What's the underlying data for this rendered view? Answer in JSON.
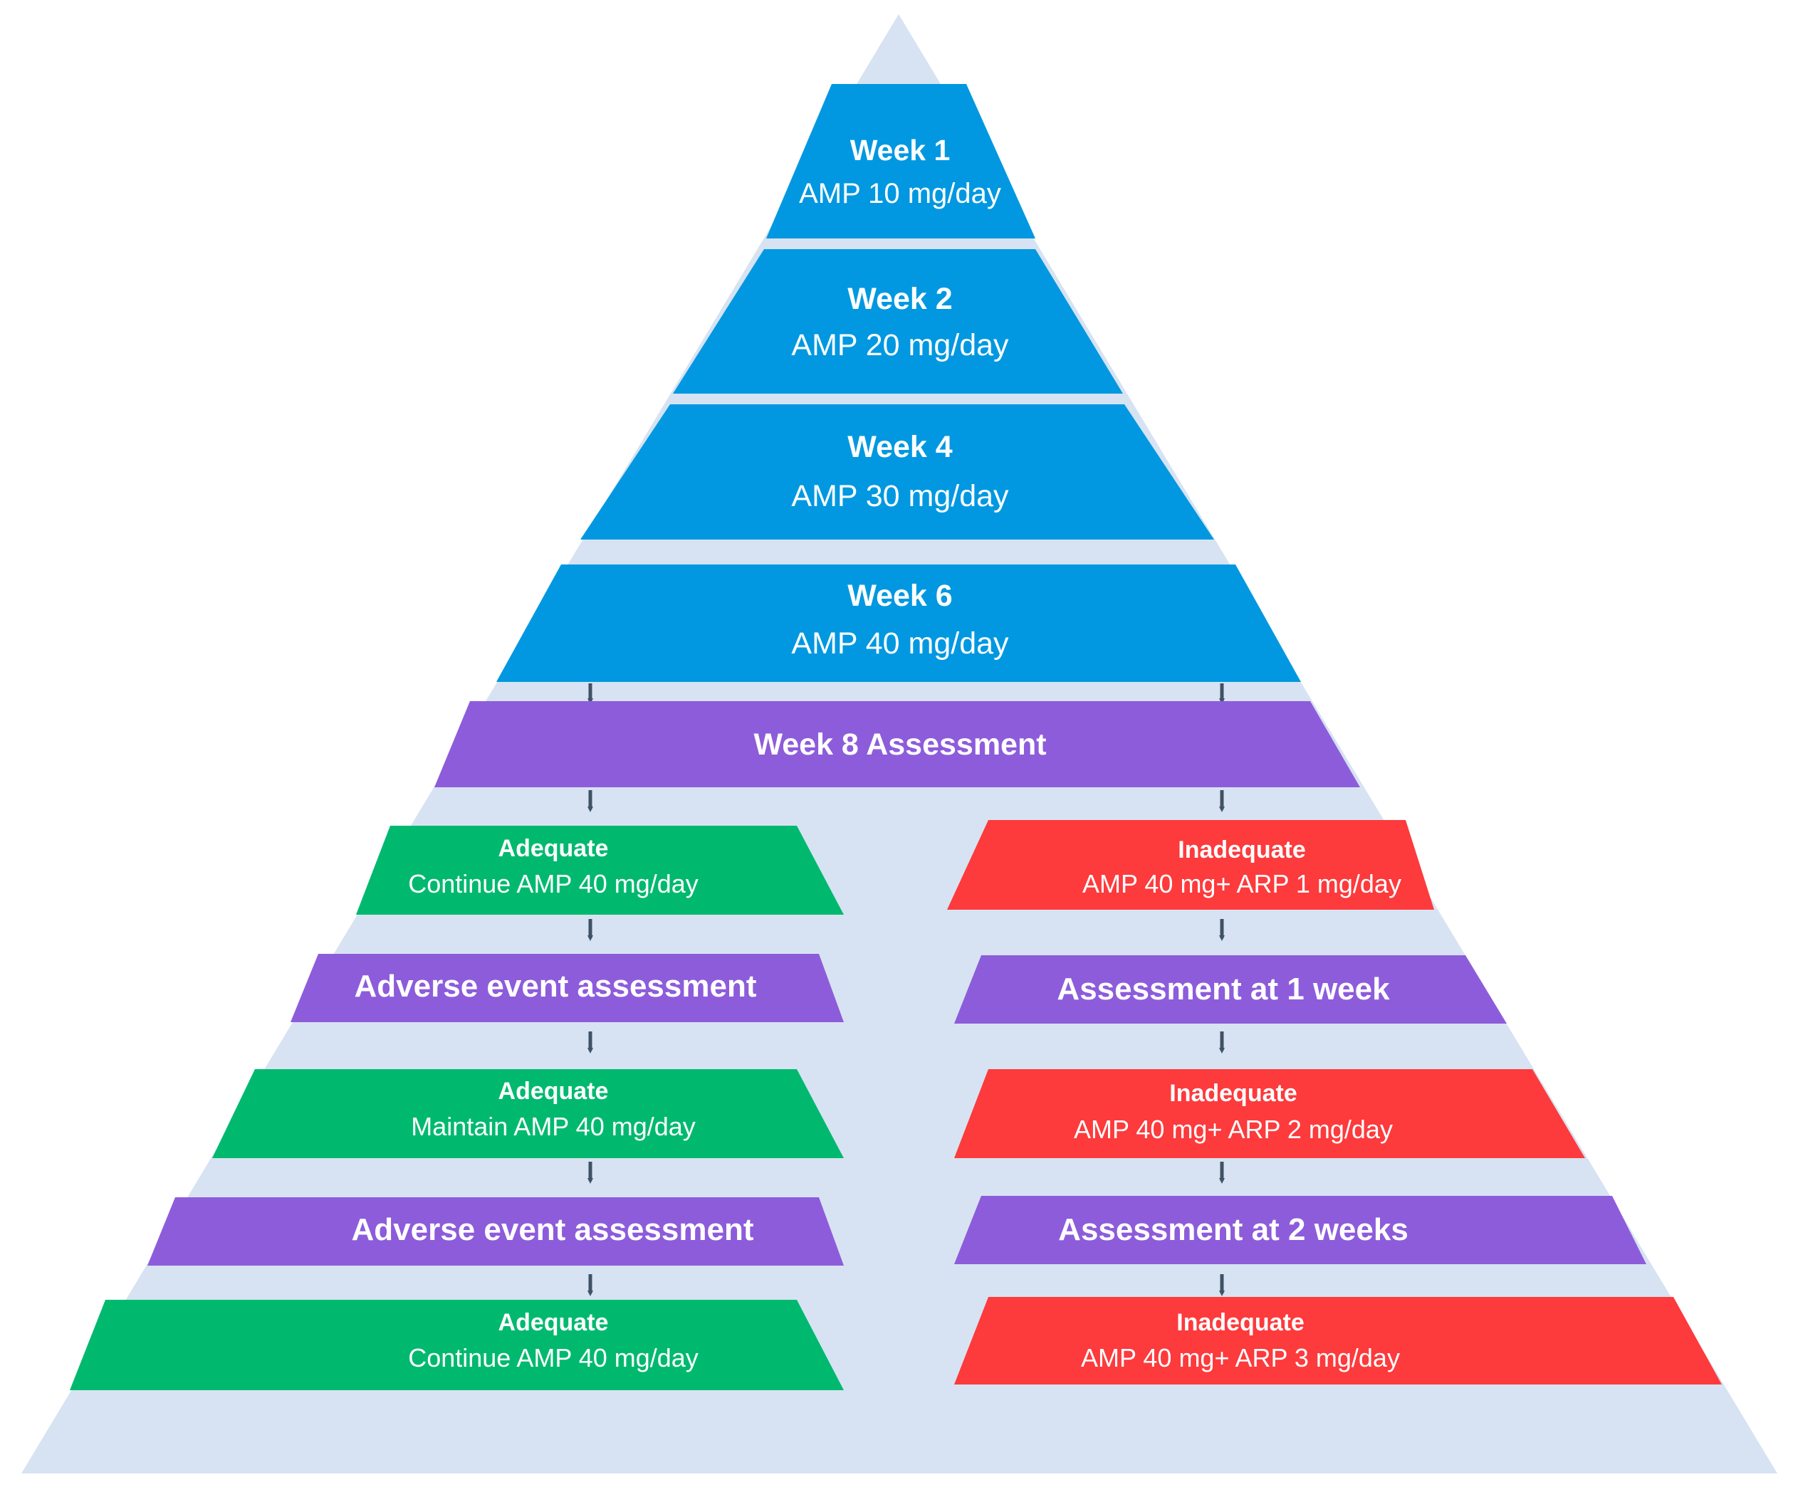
{
  "colors": {
    "background_triangle": "#d7e3f2",
    "dose_step": "#0198e1",
    "assessment": "#8d5cdb",
    "adequate": "#00b96f",
    "inadequate": "#fd3a3c",
    "arrow": "#3f5266",
    "text": "#ffffff"
  },
  "dose_steps": [
    {
      "title": "Week 1",
      "dose": "AMP 10 mg/day"
    },
    {
      "title": "Week 2",
      "dose": "AMP 20 mg/day"
    },
    {
      "title": "Week 4",
      "dose": "AMP 30 mg/day"
    },
    {
      "title": "Week 6",
      "dose": "AMP 40 mg/day"
    }
  ],
  "week8_assessment": {
    "label": "Week 8 Assessment"
  },
  "adequate_path": {
    "outcome_1": {
      "title": "Adequate",
      "detail": "Continue AMP 40 mg/day"
    },
    "assessment_1": {
      "label": "Adverse event assessment"
    },
    "outcome_2": {
      "title": "Adequate",
      "detail": "Maintain AMP 40 mg/day"
    },
    "assessment_2": {
      "label": "Adverse event assessment"
    },
    "outcome_3": {
      "title": "Adequate",
      "detail": "Continue AMP 40 mg/day"
    }
  },
  "inadequate_path": {
    "outcome_1": {
      "title": "Inadequate",
      "detail": "AMP 40 mg+ ARP 1 mg/day"
    },
    "assessment_1": {
      "label": "Assessment at 1 week"
    },
    "outcome_2": {
      "title": "Inadequate",
      "detail": "AMP 40 mg+ ARP 2 mg/day"
    },
    "assessment_2": {
      "label": "Assessment at 2 weeks"
    },
    "outcome_3": {
      "title": "Inadequate",
      "detail": "AMP 40 mg+ ARP 3 mg/day"
    }
  }
}
